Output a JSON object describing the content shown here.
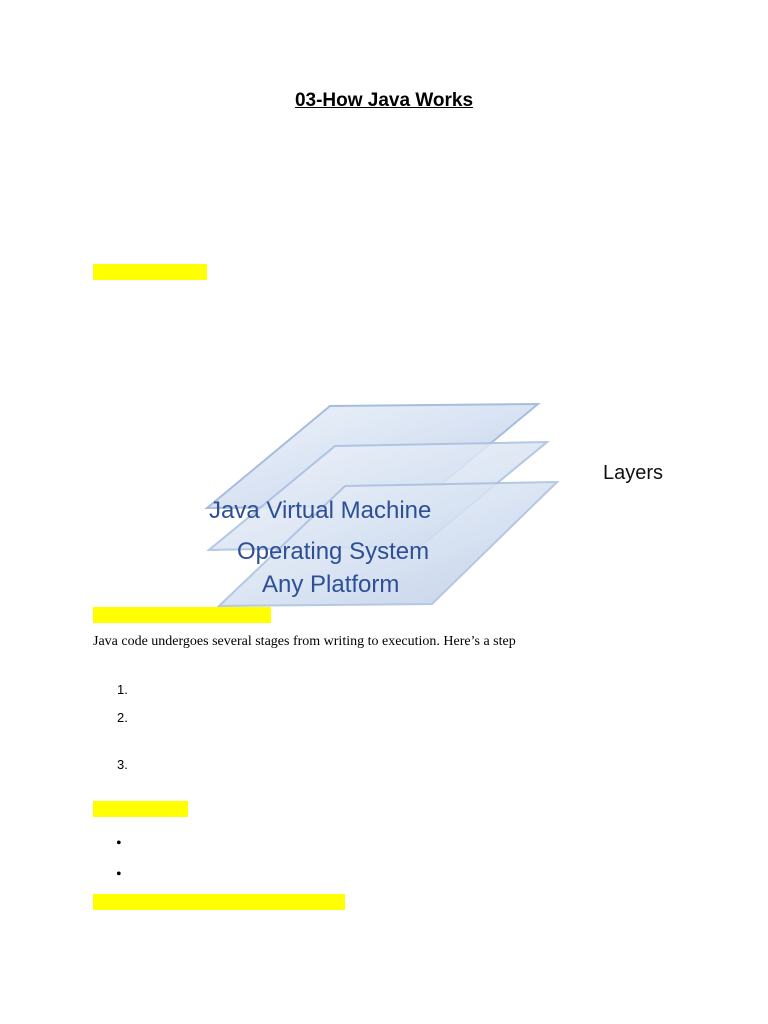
{
  "title": "03-How Java Works",
  "diagram": {
    "label": "Layers",
    "layers": [
      "Java Virtual Machine",
      "Operating System",
      "Any Platform"
    ],
    "layer_text_color": "#2d4f96"
  },
  "highlight_color": "#ffff00",
  "intro_text": "Java code undergoes several stages from writing to execution. Here’s a step",
  "steps": [
    "1.",
    "2.",
    "3."
  ],
  "bullets": [
    "•",
    "•"
  ]
}
